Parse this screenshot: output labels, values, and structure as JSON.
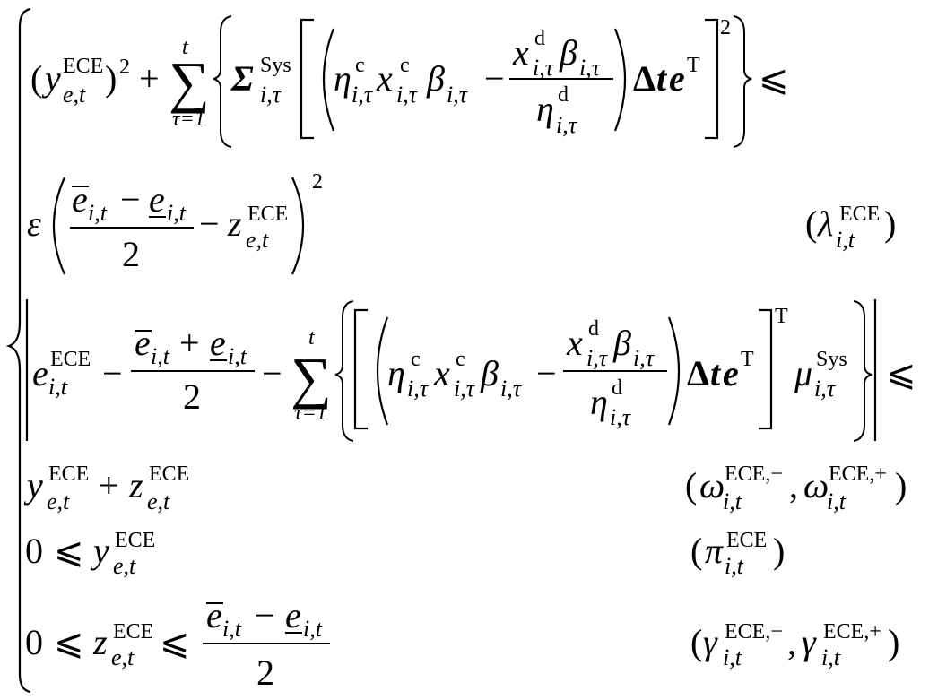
{
  "symbols": {
    "y": "y",
    "z": "z",
    "e": "e",
    "x": "x",
    "t": "t",
    "sum": "∑",
    "sum_upper": "t",
    "sum_lower": "τ=1",
    "Sigma": "Σ",
    "eta": "η",
    "beta": "β",
    "epsilon": "ε",
    "mu": "μ",
    "Delta": "Δ",
    "two": "2",
    "zero": "0",
    "plus": "+",
    "minus": "−",
    "leq": "⩽",
    "lparen": "(",
    "rparen": ")",
    "comma": ",",
    "lambda": "λ",
    "omega": "ω",
    "pi": "π",
    "gamma": "γ"
  },
  "scripts": {
    "ECE": "ECE",
    "Sys": "Sys",
    "c": "c",
    "d": "d",
    "T": "T",
    "et": "e,t",
    "it": "i,t",
    "itau": "i,τ",
    "ECE_minus": "ECE,−",
    "ECE_plus": "ECE,+"
  },
  "tags": {
    "lambda_label": "(λ_{i,t}^{ECE})",
    "omega_label": "(ω_{i,t}^{ECE,−}, ω_{i,t}^{ECE,+})",
    "pi_label": "(π_{i,t}^{ECE})",
    "gamma_label": "(γ_{i,t}^{ECE,−}, γ_{i,t}^{ECE,+})"
  }
}
